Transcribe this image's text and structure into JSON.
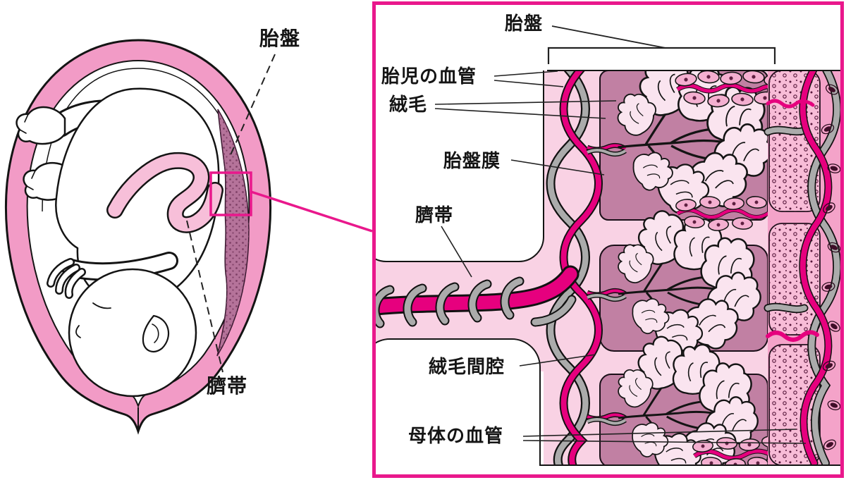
{
  "figure": {
    "left_diagram": {
      "labels": {
        "placenta": "胎盤",
        "umbilical_cord": "臍帯"
      }
    },
    "right_panel": {
      "labels": {
        "placenta": "胎盤",
        "fetal_vessels": "胎児の血管",
        "villi": "絨毛",
        "placental_membrane": "胎盤膜",
        "umbilical_cord": "臍帯",
        "intervillous_space": "絨毛間腔",
        "maternal_vessels": "母体の血管"
      }
    },
    "colors": {
      "accent_magenta": "#E9188C",
      "womb_pink": "#F29BC6",
      "light_pink": "#F9D2E4",
      "intervillous_mauve": "#C180A3",
      "decidua_pink": "#F4A3C9",
      "vessel_magenta": "#E6007E",
      "vessel_gray": "#ABABAB",
      "placenta_dark": "#B5739A"
    }
  }
}
